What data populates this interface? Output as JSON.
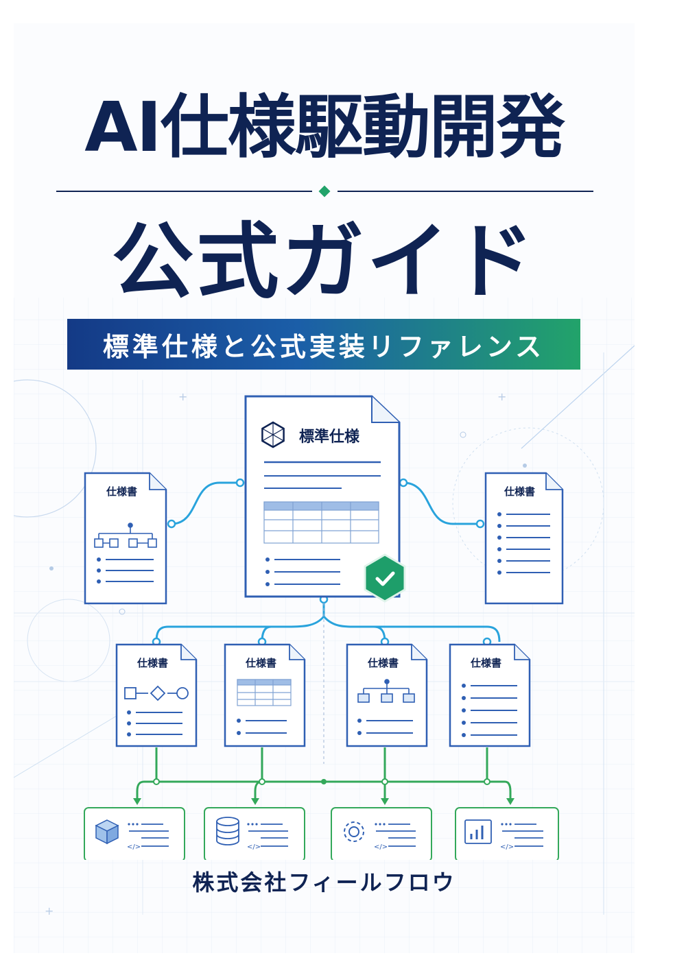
{
  "cover": {
    "title_line1": "AI仕様駆動開発",
    "title_line2": "公式ガイド",
    "subtitle": "標準仕様と公式実装リファレンス",
    "publisher": "株式会社フィールフロウ"
  },
  "diagram": {
    "main_doc_label": "標準仕様",
    "side_doc_label": "仕様書",
    "spec_cards": [
      {
        "label": "仕様書",
        "icon": "flowchart-icon"
      },
      {
        "label": "仕様書",
        "icon": "table-icon"
      },
      {
        "label": "仕様書",
        "icon": "hierarchy-icon"
      },
      {
        "label": "仕様書",
        "icon": "list-icon"
      }
    ],
    "impl_cards": [
      {
        "icon": "cube-icon",
        "code_glyph": "</>"
      },
      {
        "icon": "database-icon",
        "code_glyph": "</>"
      },
      {
        "icon": "gear-icon",
        "code_glyph": "</>"
      },
      {
        "icon": "bar-chart-icon",
        "code_glyph": "</>"
      }
    ]
  },
  "colors": {
    "title": "#0f2353",
    "band_start": "#143a86",
    "band_end": "#22a36a",
    "doc_border": "#2f5fb3",
    "connector_blue": "#29a3dc",
    "connector_green": "#33a85a",
    "check_badge": "#1e9e6a"
  }
}
